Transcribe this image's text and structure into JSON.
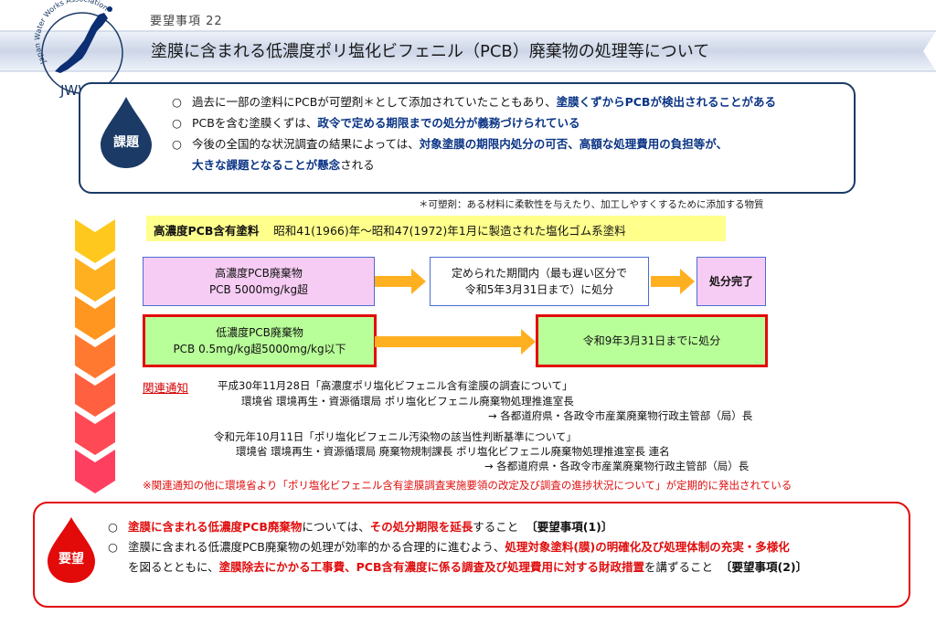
{
  "header": {
    "logo_arc_text": "Japan Water Works Association",
    "logo_text": "JWWA",
    "doc_number": "要望事項 22",
    "title": "塗膜に含まれる低濃度ポリ塩化ビフェニル（PCB）廃棄物の処理等について"
  },
  "issue": {
    "badge": "課題",
    "bullet": "○",
    "line1_pre": "過去に一部の塗料にPCBが可塑剤＊として添加されていたこともあり、",
    "line1_em": "塗膜くずからPCBが検出されることがある",
    "line2_pre": "PCBを含む塗膜くずは、",
    "line2_em": "政令で定める期限までの処分が義務づけられている",
    "line3_pre": "今後の全国的な状況調査の結果によっては、",
    "line3_em": "対象塗膜の期限内処分の可否、高額な処理費用の負担等が、",
    "line4_em": "大きな課題となることが懸念",
    "line4_post": "される",
    "footnote": "＊可塑剤：ある材料に柔軟性を与えたり、加工しやすくするために添加する物質"
  },
  "timeline": {
    "high_label": "高濃度PCB含有塗料",
    "high_period": "昭和41(1966)年～昭和47(1972)年1月に製造された塩化ゴム系塗料",
    "high_box_line1": "高濃度PCB廃棄物",
    "high_box_line2": "PCB 5000mg/kg超",
    "deadline_line1": "定められた期間内（最も遅い区分で",
    "deadline_line2": "令和5年3月31日まで）に処分",
    "complete": "処分完了",
    "low_box_line1": "低濃度PCB廃棄物",
    "low_box_line2": "PCB 0.5mg/kg超5000mg/kg以下",
    "low_deadline": "令和9年3月31日までに処分"
  },
  "notices": {
    "heading": "関連通知",
    "n1_date_title": "平成30年11月28日「高濃度ポリ塩化ビフェニル含有塗膜の調査について」",
    "n1_sender": "環境省 環境再生・資源循環局 ポリ塩化ビフェニル廃棄物処理推進室長",
    "n1_to": "→ 各都道府県・各政令市産業廃棄物行政主管部（局）長",
    "n2_date_title": "令和元年10月11日「ポリ塩化ビフェニル汚染物の該当性判断基準について」",
    "n2_sender": "環境省 環境再生・資源循環局 廃棄物規制課長 ポリ塩化ビフェニル廃棄物処理推進室長 連名",
    "n2_to": "→ 各都道府県・各政令市産業廃棄物行政主管部（局）長",
    "note": "※関連通知の他に環境省より「ポリ塩化ビフェニル含有塗膜調査実施要領の改定及び調査の進捗状況について」が定期的に発出されている"
  },
  "request": {
    "badge": "要望",
    "bullet": "○",
    "r1_em1": "塗膜に含まれる低濃度PCB廃棄物",
    "r1_mid": "については、",
    "r1_em2": "その処分期限を延長",
    "r1_post": "すること",
    "r1_ref": "〔要望事項(1)〕",
    "r2_pre": "塗膜に含まれる低濃度PCB廃棄物の処理が効率的かる合理的に進むよう、",
    "r2_em": "処理対象塗料(膜)の明確化及び処理体制の充実・多様化",
    "r3_pre": "を図るとともに、",
    "r3_em": "塗膜除去にかかる工事費、PCB含有濃度に係る調査及び処理費用に対する財政措置",
    "r3_mid": "を講ずること",
    "r3_ref": "〔要望事項(2)〕"
  },
  "colors": {
    "navy": "#1b3a66",
    "emphasis_blue": "#0b3585",
    "emphasis_red": "#e00d0d",
    "title_band": "#cdd6e8",
    "high_box": "#f7ccf4",
    "low_box": "#b9ff99",
    "period_bar": "#ffff8c",
    "arrow_orange": "#ffb020"
  }
}
